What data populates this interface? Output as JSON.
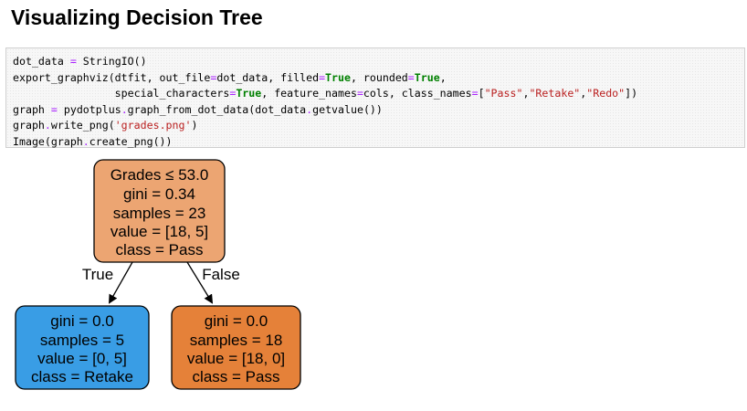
{
  "heading": "Visualizing Decision Tree",
  "code_cell": {
    "lines": [
      [
        "dot_data ",
        "=",
        " StringIO()"
      ],
      [
        "export_graphviz(dtfit, out_file",
        "=",
        "dot_data, filled",
        "=",
        "True",
        ", rounded",
        "=",
        "True",
        ","
      ],
      [
        "                special_characters",
        "=",
        "True",
        ", feature_names",
        "=",
        "cols, class_names",
        "=",
        "[",
        "\"Pass\"",
        ",",
        "\"Retake\"",
        ",",
        "\"Redo\"",
        "])"
      ],
      [
        "graph ",
        "=",
        " pydotplus",
        ".",
        "graph_from_dot_data(dot_data",
        ".",
        "getvalue())"
      ],
      [
        "graph",
        ".",
        "write_png(",
        "'grades.png'",
        ")"
      ],
      [
        "Image(graph",
        ".",
        "create_png())"
      ]
    ]
  },
  "tree": {
    "root": {
      "lines": [
        "Grades ≤ 53.0",
        "gini = 0.34",
        "samples = 23",
        "value = [18, 5]",
        "class = Pass"
      ],
      "fill": "#eca572"
    },
    "left": {
      "lines": [
        "gini = 0.0",
        "samples = 5",
        "value = [0, 5]",
        "class = Retake"
      ],
      "fill": "#399de5"
    },
    "right": {
      "lines": [
        "gini = 0.0",
        "samples = 18",
        "value = [18, 0]",
        "class = Pass"
      ],
      "fill": "#e58139"
    },
    "edge_true_label": "True",
    "edge_false_label": "False"
  }
}
